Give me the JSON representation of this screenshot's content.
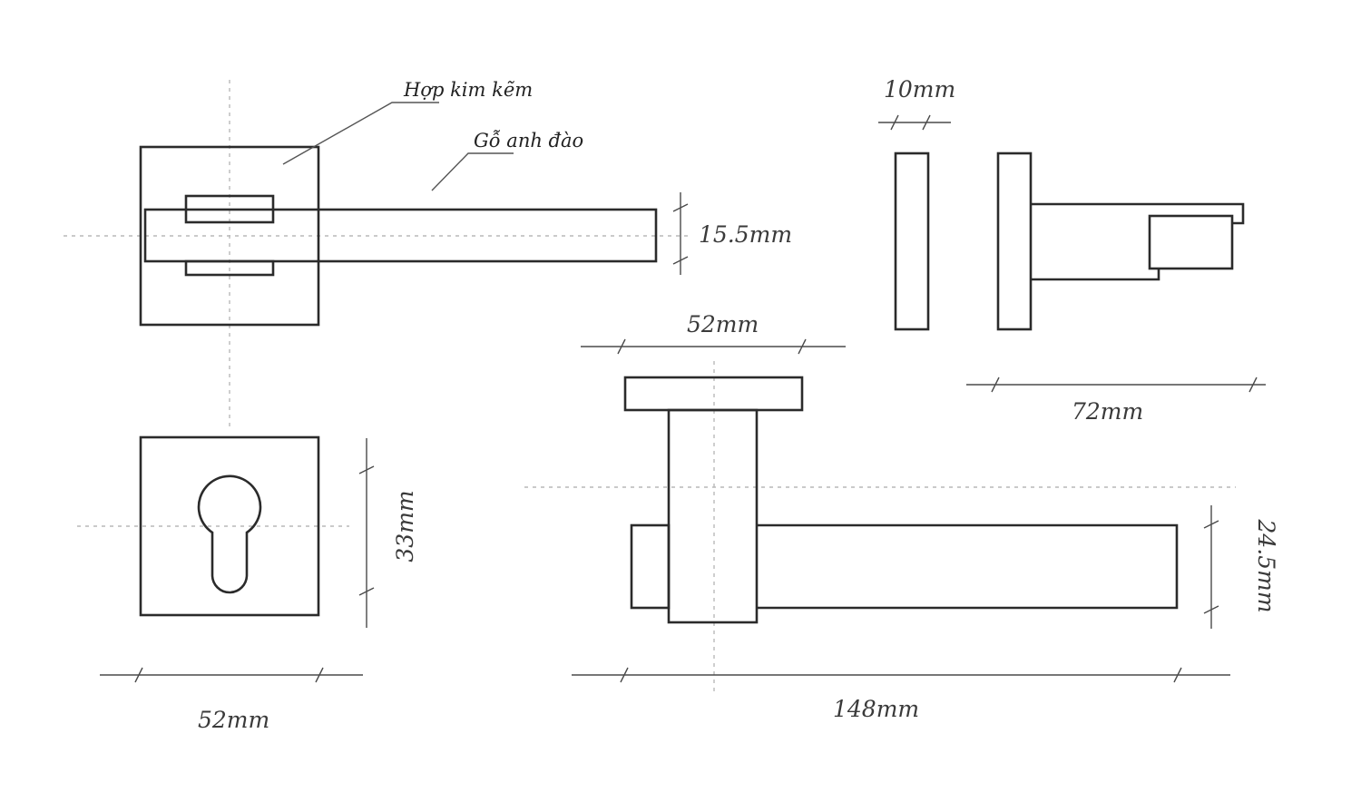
{
  "drawing": {
    "materials": {
      "zinc_alloy": "Hợp kim kẽm",
      "cherry_wood": "Gỗ anh đào"
    },
    "dimensions": {
      "handle_thickness": "15.5mm",
      "rose_plate_thickness": "10mm",
      "rose_width_side": "52mm",
      "projection": "72mm",
      "escutcheon_width": "52mm",
      "keyhole_height": "33mm",
      "handle_height": "24.5mm",
      "lever_length": "148mm"
    },
    "colors": {
      "line": "#2b2b2b",
      "centerline": "#b9b9b9",
      "background": "#ffffff"
    }
  }
}
